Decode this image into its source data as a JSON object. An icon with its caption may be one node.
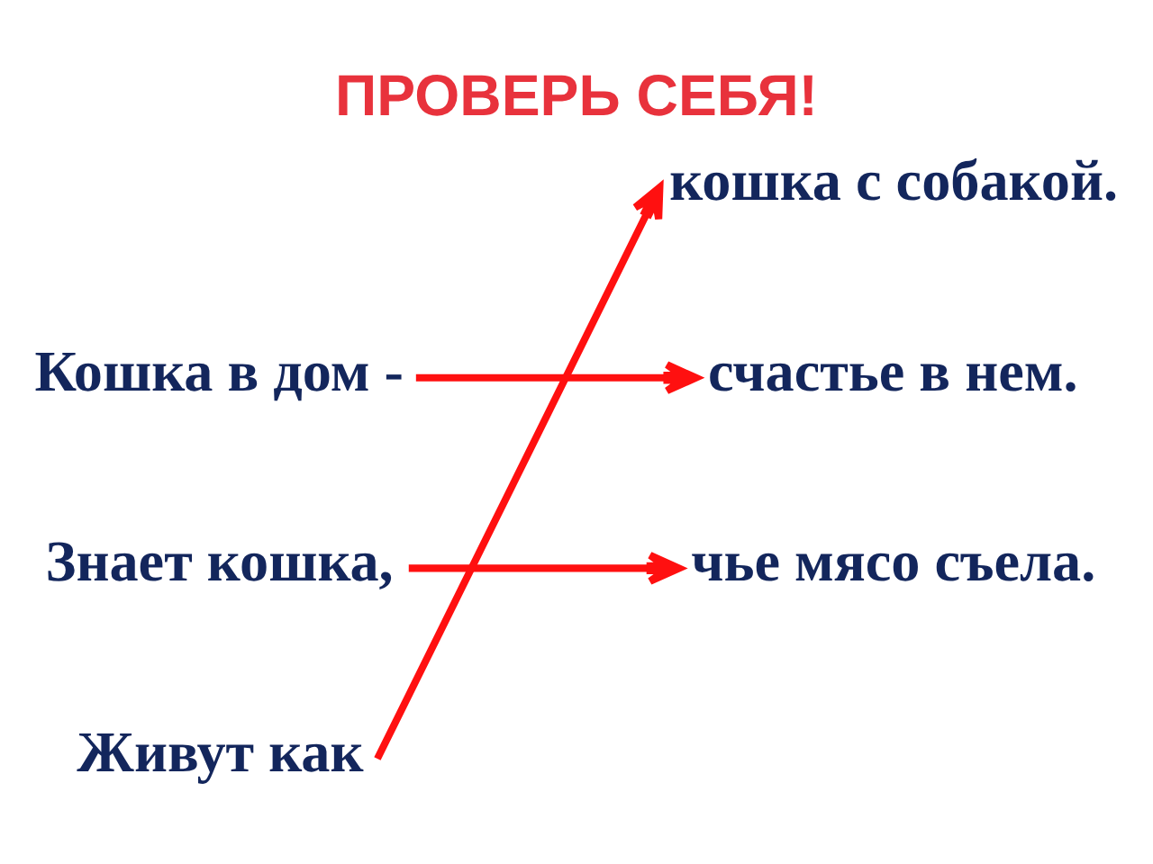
{
  "diagram": {
    "title": "ПРОВЕРЬ СЕБЯ!",
    "nodes": [
      {
        "text": [
          "Кошка в дом -"
        ]
      },
      {
        "text": [
          "кошка с собакой."
        ]
      },
      {
        "text": [
          "Знает кошка,"
        ]
      },
      {
        "text": [
          "счастье в нем."
        ]
      },
      {
        "text": [
          "Живут как"
        ]
      },
      {
        "text": [
          "чье мясо съела."
        ]
      }
    ],
    "edges": [
      {
        "from": 0,
        "to": 3,
        "arrow": "to"
      },
      {
        "from": 2,
        "to": 5,
        "arrow": "to"
      },
      {
        "from": 4,
        "to": 1,
        "arrow": "to"
      }
    ]
  }
}
